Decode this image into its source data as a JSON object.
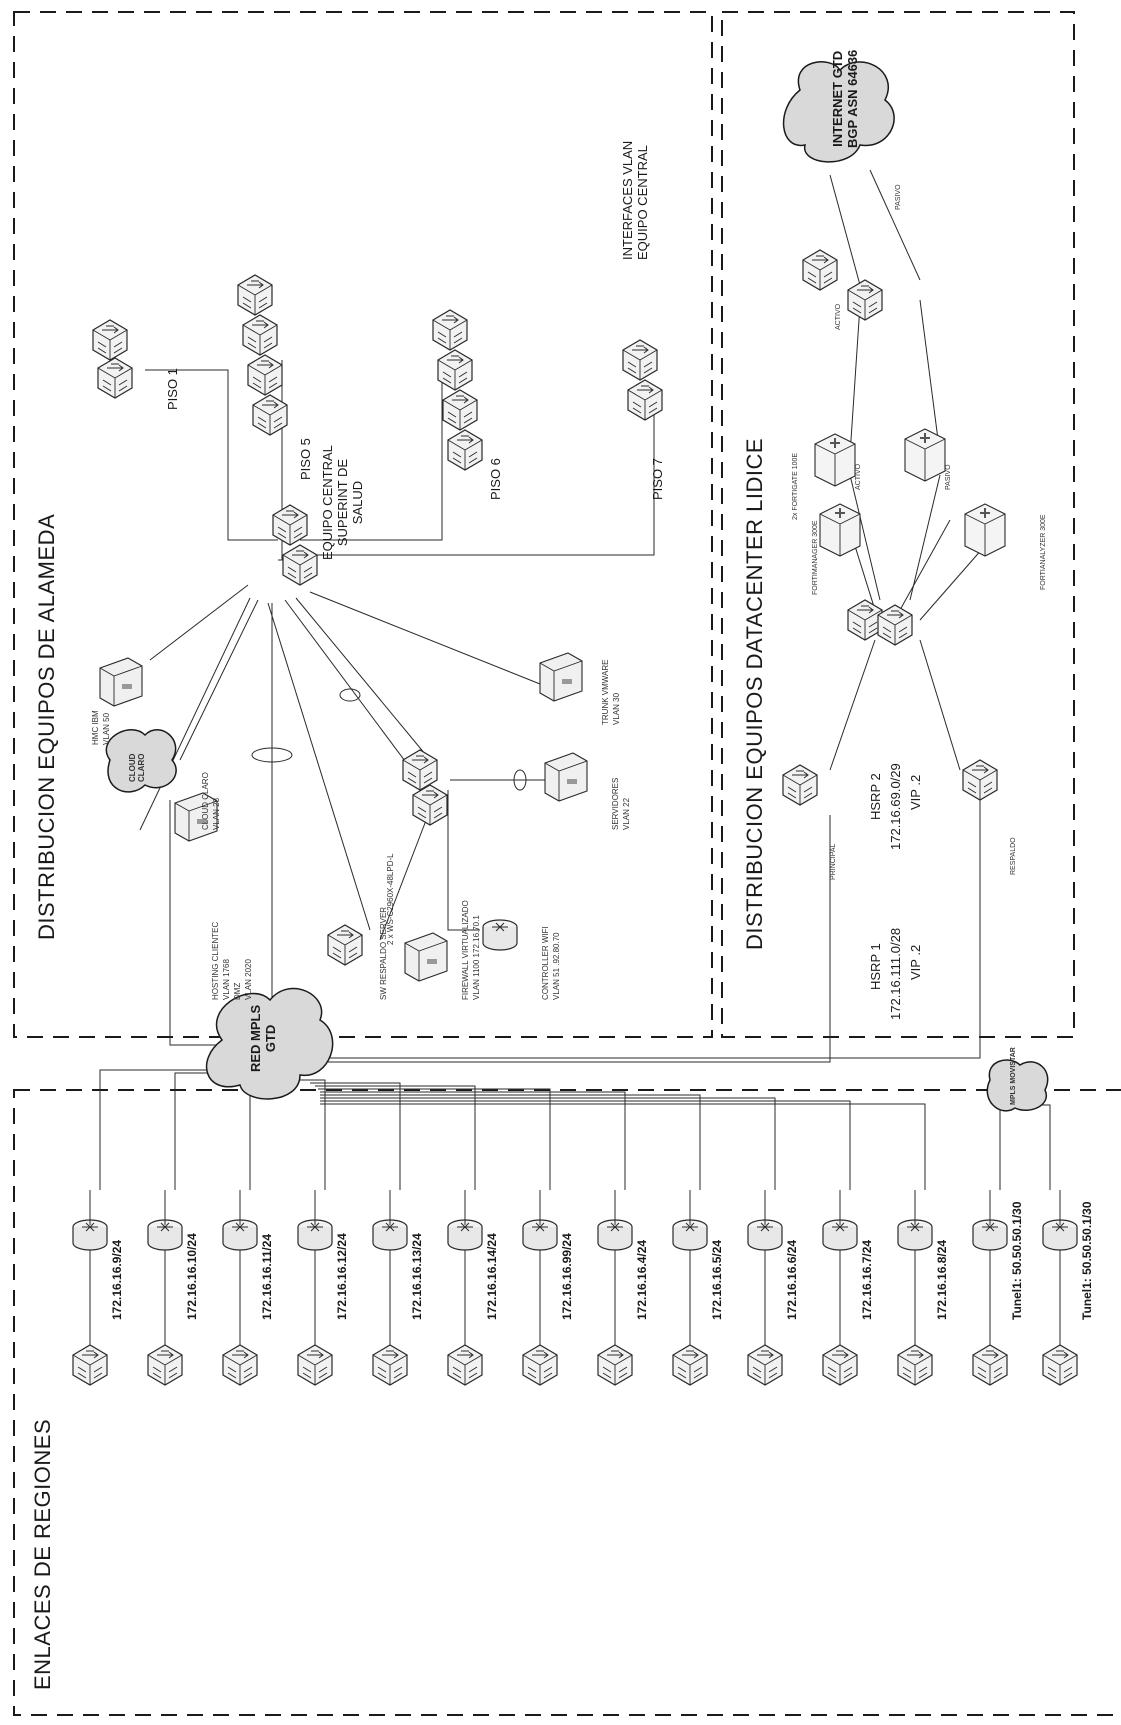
{
  "sections": {
    "alameda": "DISTRIBUCION  EQUIPOS DE ALAMEDA",
    "datacenter": "DISTRIBUCION EQUIPOS DATACENTER LIDICE",
    "regiones": "ENLACES DE REGIONES"
  },
  "clouds": {
    "mpls_gtd": "RED MPLS\nGTD",
    "cloud_claro": "CLOUD\nCLARO",
    "internet_gtd": "INTERNET GTD\nBGP ASN 64636",
    "mpls_movistar": "MPLS MOVISTAR"
  },
  "alameda": {
    "central": "EQUIPO CENTRAL\nSUPERINT DE\nSALUD",
    "floors": [
      "PISO 1",
      "PISO 5",
      "PISO 6",
      "PISO 7"
    ],
    "servers": [
      {
        "label": "HMC IBM\nVLAN 50"
      },
      {
        "label": "CLOUD CLARO\nVLAN 28"
      },
      {
        "label": "HOSTING CLIENTEC\nVLAN 1768\nDMZ\nVLAN 2020"
      },
      {
        "label": "SW RESPALDO SERVER"
      },
      {
        "label": "FIREWALL VIRTUALIZADO\nVLAN 1100 172.16.70.1"
      },
      {
        "label": "CONTROLLER WIFI\nVLAN 51 .92.80.70"
      },
      {
        "label": "SERVIDORES\nVLAN 22"
      },
      {
        "label": "TRUNK VMWARE\nVLAN 30"
      }
    ],
    "stack_label": "2 x WS-C2960X-48LPD-L",
    "interfaces_title": "INTERFACES VLAN\nEQUIPO CENTRAL"
  },
  "datacenter": {
    "hsrp1": "HSRP 1",
    "hsrp1_net": "172.16.111.0/28",
    "hsrp1_vip": "VIP .2",
    "hsrp2": "HSRP 2",
    "hsrp2_net": "172.16.69.0/29",
    "hsrp2_vip": "VIP .2",
    "fortigate": "2x FORTIGATE 100E",
    "activo": "ACTIVO",
    "pasivo": "PASIVO",
    "principal": "PRINCIPAL",
    "respaldo": "RESPALDO",
    "fortimanager": "FORTIMANAGER 300E",
    "fortianalyzer": "FORTIANALYZER 300E"
  },
  "regions": [
    {
      "ip": "172.16.16.9/24"
    },
    {
      "ip": "172.16.16.10/24"
    },
    {
      "ip": "172.16.16.11/24"
    },
    {
      "ip": "172.16.16.12/24"
    },
    {
      "ip": "172.16.16.13/24"
    },
    {
      "ip": "172.16.16.14/24"
    },
    {
      "ip": "172.16.16.99/24"
    },
    {
      "ip": "172.16.16.4/24"
    },
    {
      "ip": "172.16.16.5/24"
    },
    {
      "ip": "172.16.16.6/24"
    },
    {
      "ip": "172.16.16.7/24"
    },
    {
      "ip": "172.16.16.8/24"
    },
    {
      "ip": "Tunel1: 50.50.50.1/30"
    },
    {
      "ip": "Tunel1: 50.50.50.1/30"
    }
  ]
}
